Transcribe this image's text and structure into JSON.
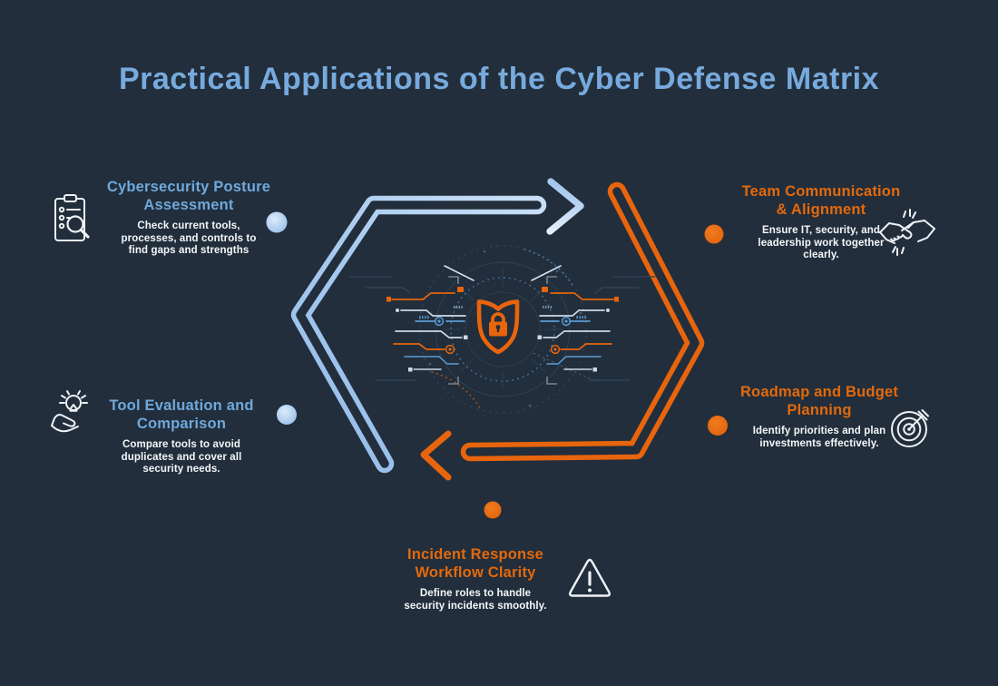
{
  "title": "Practical Applications of the Cyber Defense Matrix",
  "colors": {
    "background": "#222e3b",
    "title_blue": "#77aadd",
    "heading_blue": "#6fa8dc",
    "heading_orange": "#e3690c",
    "body_text": "#f4f7fa",
    "arrow_blue_light": "#c7ddf6",
    "arrow_blue_dark": "#93bce9",
    "arrow_orange": "#e8650d",
    "icon_stroke": "#eef2f6"
  },
  "center_graphic": {
    "icon": "shield-lock-circuit",
    "shield_color": "#e8650d"
  },
  "decor": {
    "blue_arrow": "hexagon-arrow-blue",
    "orange_arrow": "hexagon-arrow-orange",
    "dots": [
      "blue",
      "blue",
      "orange",
      "orange",
      "orange"
    ]
  },
  "sections": {
    "posture": {
      "icon": "clipboard-search-icon",
      "color": "blue",
      "heading_lines": [
        "Cybersecurity Posture",
        "Assessment"
      ],
      "body_lines": [
        "Check current tools,",
        "processes, and controls to",
        "find gaps and strengths"
      ]
    },
    "tools": {
      "icon": "lightbulb-hand-icon",
      "color": "blue",
      "heading_lines": [
        "Tool Evaluation and",
        "Comparison"
      ],
      "body_lines": [
        "Compare tools to avoid",
        "duplicates and cover all",
        "security needs."
      ]
    },
    "team": {
      "icon": "handshake-icon",
      "color": "orange",
      "heading_lines": [
        "Team Communication",
        "& Alignment"
      ],
      "body_lines": [
        "Ensure IT, security, and",
        "leadership work together",
        "clearly."
      ]
    },
    "roadmap": {
      "icon": "target-arrow-icon",
      "color": "orange",
      "heading_lines": [
        "Roadmap and Budget",
        "Planning"
      ],
      "body_lines": [
        "Identify priorities and plan",
        "investments effectively."
      ]
    },
    "incident": {
      "icon": "warning-triangle-icon",
      "color": "orange",
      "heading_lines": [
        "Incident Response",
        "Workflow Clarity"
      ],
      "body_lines": [
        "Define roles to handle",
        "security incidents smoothly."
      ]
    }
  }
}
